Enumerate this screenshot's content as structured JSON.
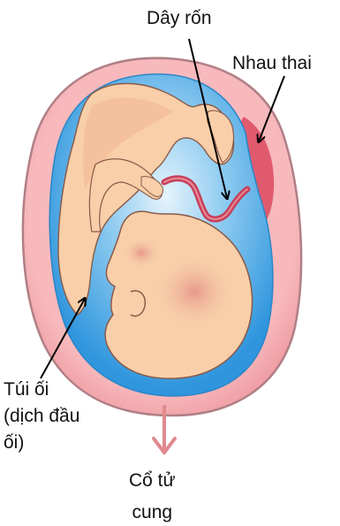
{
  "labels": {
    "umbilical_cord": "Dây rốn",
    "placenta": "Nhau thai",
    "amniotic_sac": [
      "Túi ối",
      "(dịch đầu",
      "ối)"
    ],
    "cervix": [
      "Cổ tử",
      "cung"
    ]
  },
  "colors": {
    "uterus_wall": "#f2a7ab",
    "uterus_outline": "#b07f86",
    "amniotic_fluid": "#3fa1e0",
    "amniotic_fluid_light": "#cfe9f8",
    "fetus_skin": "#f8cfa9",
    "fetus_shadow": "#e79a86",
    "placenta": "#e05a6e",
    "umbilical_cord": "#c8405a",
    "cervix_arrow": "#e08a8e",
    "pointer": "#000000"
  }
}
